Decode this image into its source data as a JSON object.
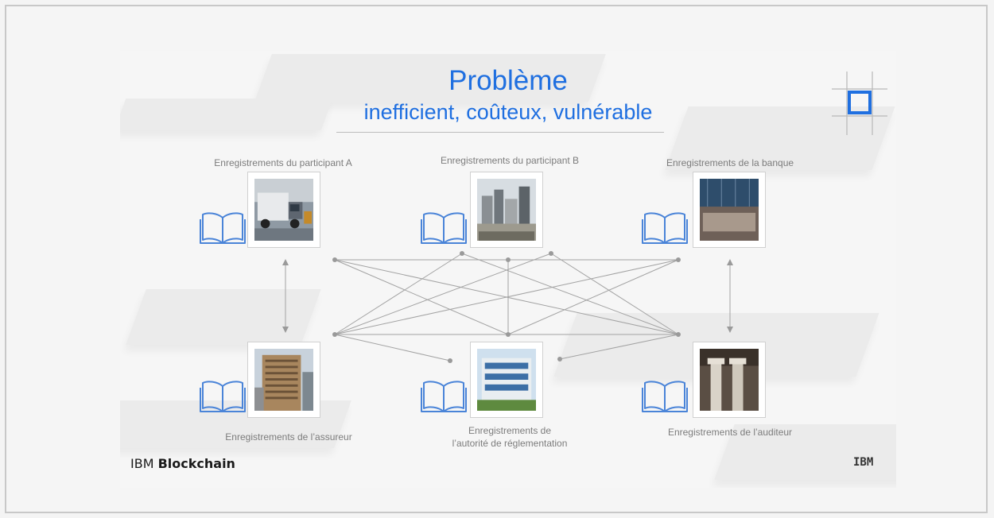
{
  "slide": {
    "title": "Problème",
    "subtitle": "inefficient, coûteux, vulnérable",
    "colors": {
      "accent": "#1f6fe0",
      "book": "#4a84d8",
      "line": "#9a9a9a",
      "label": "#7c7c7c"
    }
  },
  "participants": [
    {
      "id": "a",
      "label": "Enregistrements du participant A",
      "photo": "truck-photo"
    },
    {
      "id": "b",
      "label": "Enregistrements du participant B",
      "photo": "skyline-photo"
    },
    {
      "id": "bank",
      "label": "Enregistrements de la banque",
      "photo": "bank-photo"
    },
    {
      "id": "insurer",
      "label": "Enregistrements de l’assureur",
      "photo": "office-tower-photo"
    },
    {
      "id": "regulator",
      "label_line1": "Enregistrements de",
      "label_line2": "l’autorité de réglementation",
      "photo": "glass-building-photo"
    },
    {
      "id": "auditor",
      "label": "Enregistrements de l’auditeur",
      "photo": "columns-photo"
    }
  ],
  "footer": {
    "brand_prefix": "IBM",
    "brand_name": "Blockchain",
    "logo_text": "IBM"
  }
}
